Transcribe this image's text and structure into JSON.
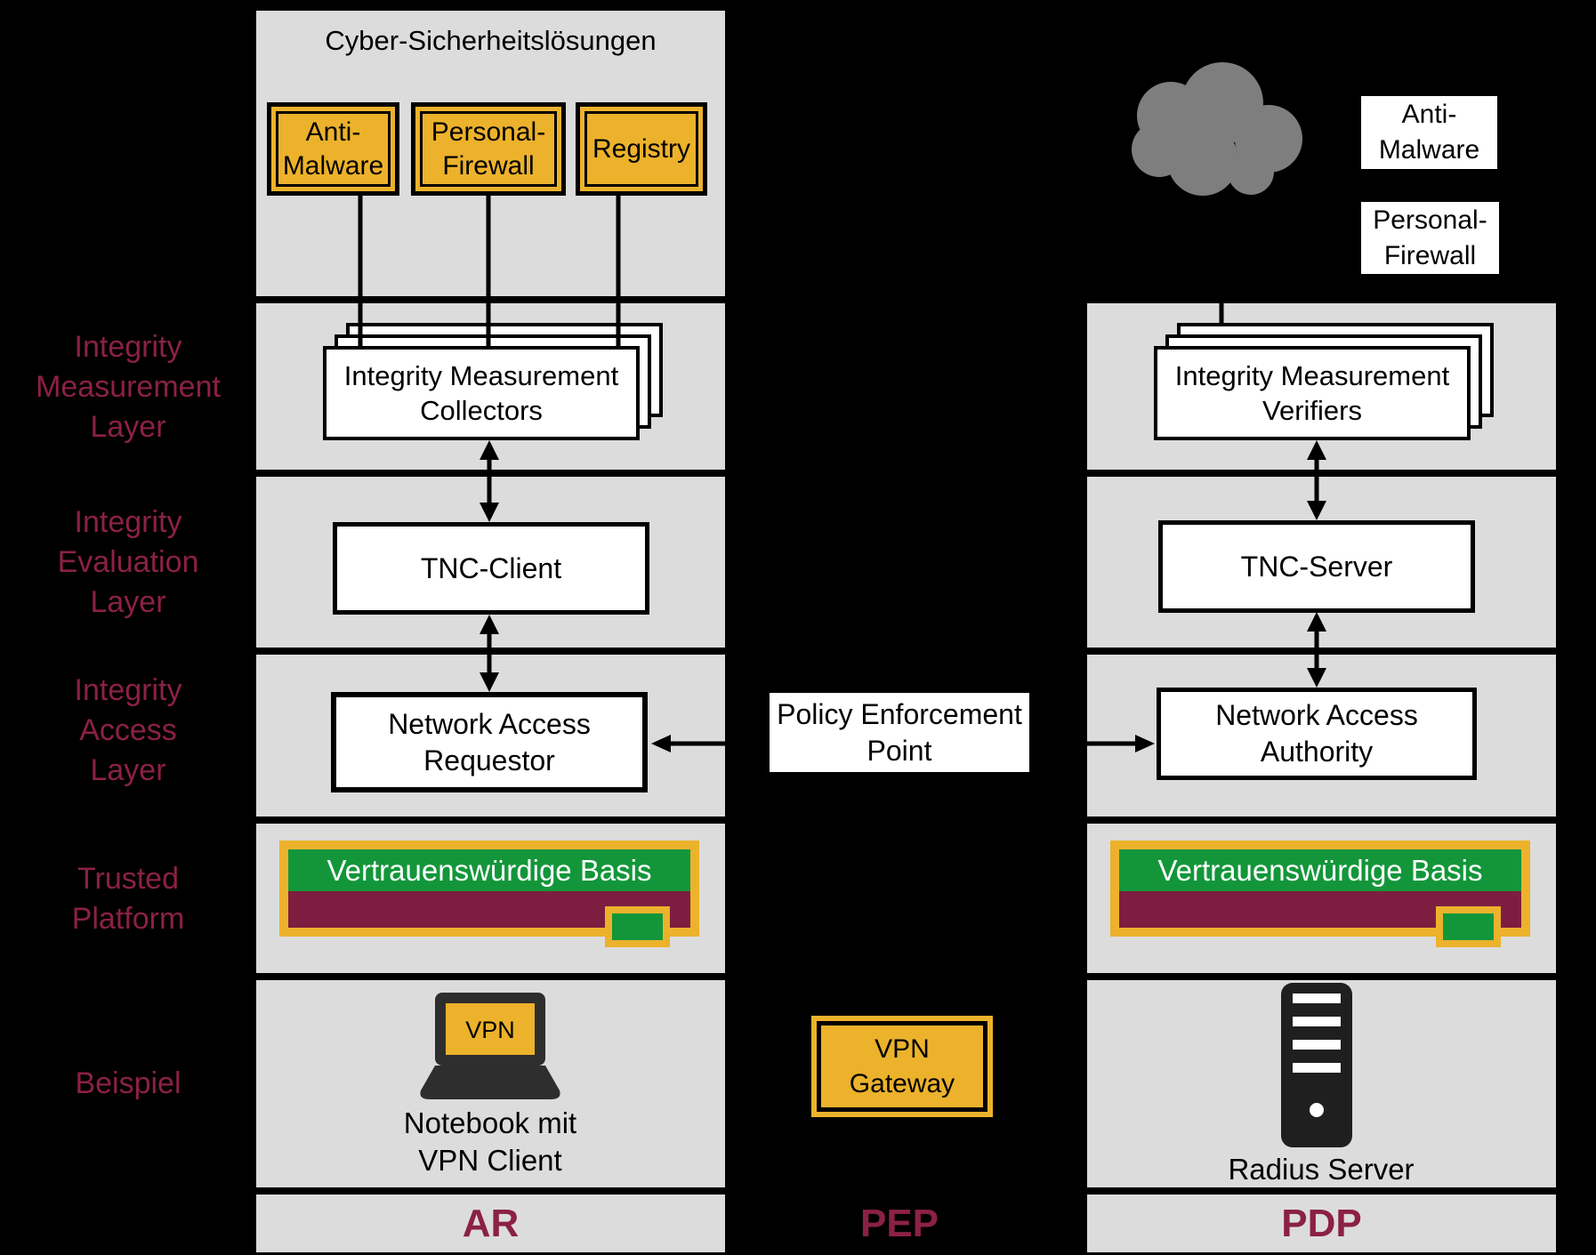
{
  "colors": {
    "background": "#000000",
    "band_gray": "#DCDCDC",
    "sign_yellow": "#ECB22C",
    "basis_green": "#13963A",
    "basis_maroon": "#7D1E40",
    "label_maroon": "#8B2144",
    "cloud_gray": "#7E7E7E"
  },
  "row_labels": {
    "measurement": [
      "Integrity",
      "Measurement",
      "Layer"
    ],
    "evaluation": [
      "Integrity",
      "Evaluation",
      "Layer"
    ],
    "access": [
      "Integrity",
      "Access",
      "Layer"
    ],
    "platform": [
      "Trusted",
      "Platform"
    ],
    "example": [
      "Beispiel"
    ]
  },
  "ar": {
    "header": "Cyber-Sicherheitslösungen",
    "signs": {
      "anti_malware": [
        "Anti-",
        "Malware"
      ],
      "personal_firewall": [
        "Personal-",
        "Firewall"
      ],
      "registry": [
        "Registry"
      ]
    },
    "collectors": [
      "Integrity Measurement",
      "Collectors"
    ],
    "tnc": "TNC-Client",
    "nar": [
      "Network Access",
      "Requestor"
    ],
    "basis": "Vertrauenswürdige Basis",
    "laptop_screen": "VPN",
    "caption": [
      "Notebook mit",
      "VPN Client"
    ],
    "footer": "AR"
  },
  "pep": {
    "box": [
      "Policy Enforcement",
      "Point"
    ],
    "gateway": [
      "VPN",
      "Gateway"
    ],
    "footer": "PEP"
  },
  "pdp": {
    "labels": {
      "anti_malware": [
        "Anti-",
        "Malware"
      ],
      "personal_firewall": [
        "Personal-",
        "Firewall"
      ]
    },
    "verifiers": [
      "Integrity Measurement",
      "Verifiers"
    ],
    "tnc": "TNC-Server",
    "naa": [
      "Network Access",
      "Authority"
    ],
    "basis": "Vertrauenswürdige Basis",
    "caption": [
      "Radius Server"
    ],
    "footer": "PDP"
  }
}
